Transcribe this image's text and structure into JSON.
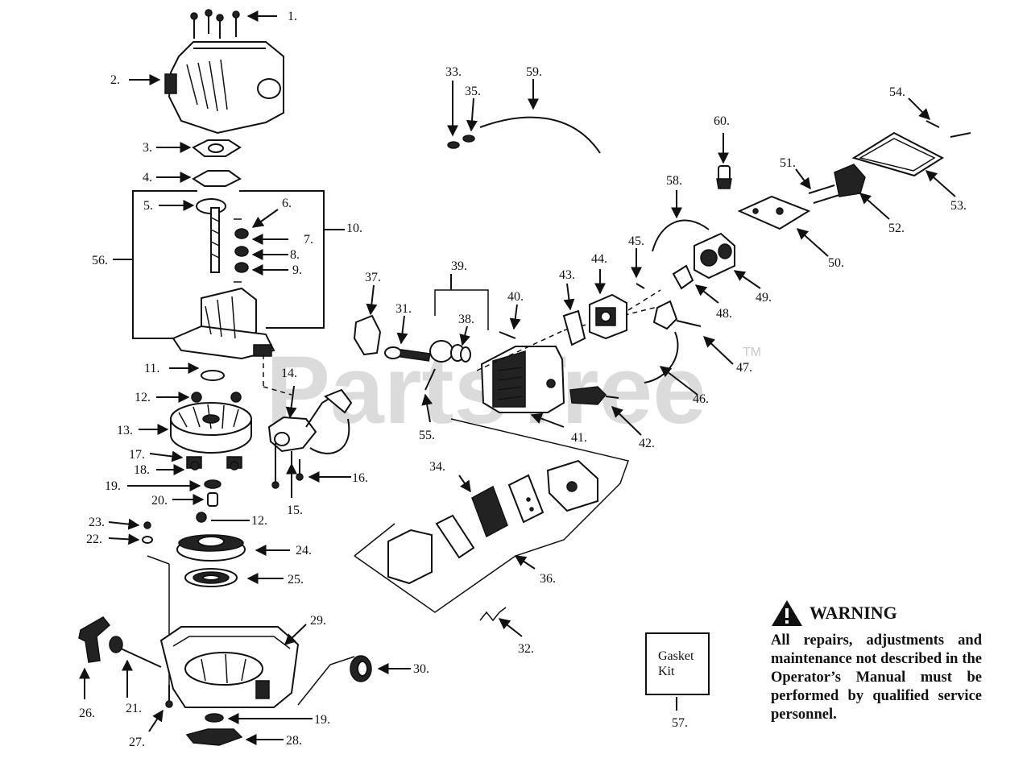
{
  "watermark": {
    "text": "PartsTree",
    "trademark": "TM"
  },
  "labels": {
    "p1": "1.",
    "p2": "2.",
    "p3": "3.",
    "p4": "4.",
    "p5": "5.",
    "p6": "6.",
    "p7": "7.",
    "p8": "8.",
    "p9": "9.",
    "p10": "10.",
    "p11": "11.",
    "p12a": "12.",
    "p12b": "12.",
    "p13": "13.",
    "p14": "14.",
    "p15": "15.",
    "p16": "16.",
    "p17": "17.",
    "p18": "18.",
    "p19a": "19.",
    "p19b": "19.",
    "p20": "20.",
    "p21": "21.",
    "p22": "22.",
    "p23": "23.",
    "p24": "24.",
    "p25": "25.",
    "p26": "26.",
    "p27": "27.",
    "p28": "28.",
    "p29": "29.",
    "p30": "30.",
    "p31": "31.",
    "p32": "32.",
    "p33": "33.",
    "p34": "34.",
    "p35": "35.",
    "p36": "36.",
    "p37": "37.",
    "p38": "38.",
    "p39": "39.",
    "p40": "40.",
    "p41": "41.",
    "p42": "42.",
    "p43": "43.",
    "p44": "44.",
    "p45": "45.",
    "p46": "46.",
    "p47": "47.",
    "p48": "48.",
    "p49": "49.",
    "p50": "50.",
    "p51": "51.",
    "p52": "52.",
    "p53": "53.",
    "p54": "54.",
    "p55": "55.",
    "p56": "56.",
    "p57": "57.",
    "p58": "58.",
    "p59": "59.",
    "p60": "60."
  },
  "gasket_kit": {
    "text": "Gasket\nKit"
  },
  "warning": {
    "title": "WARNING",
    "icon": "warning-triangle-icon",
    "body": "All repairs, adjustments and maintenance not described in the Operator’s Manual must be performed by qualified service personnel."
  }
}
